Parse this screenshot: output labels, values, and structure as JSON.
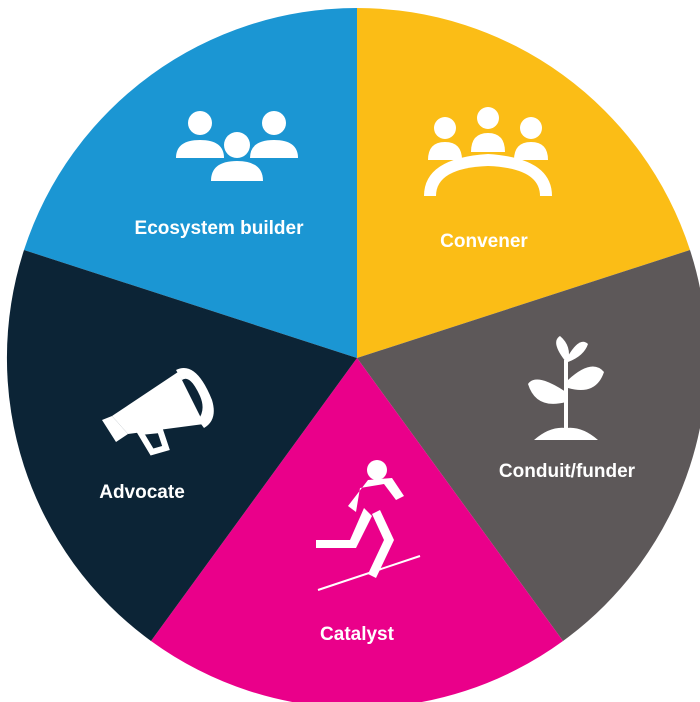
{
  "segments": [
    {
      "id": "ecosystem",
      "label": "Ecosystem builder",
      "color": "#1b96d3",
      "icon": "people-group-icon"
    },
    {
      "id": "convener",
      "label": "Convener",
      "color": "#fbbd16",
      "icon": "meeting-table-icon"
    },
    {
      "id": "conduit",
      "label": "Conduit/funder",
      "color": "#5d5859",
      "icon": "sprouting-plant-icon"
    },
    {
      "id": "catalyst",
      "label": "Catalyst",
      "color": "#ea008a",
      "icon": "running-person-icon"
    },
    {
      "id": "advocate",
      "label": "Advocate",
      "color": "#0c2436",
      "icon": "megaphone-icon"
    }
  ]
}
